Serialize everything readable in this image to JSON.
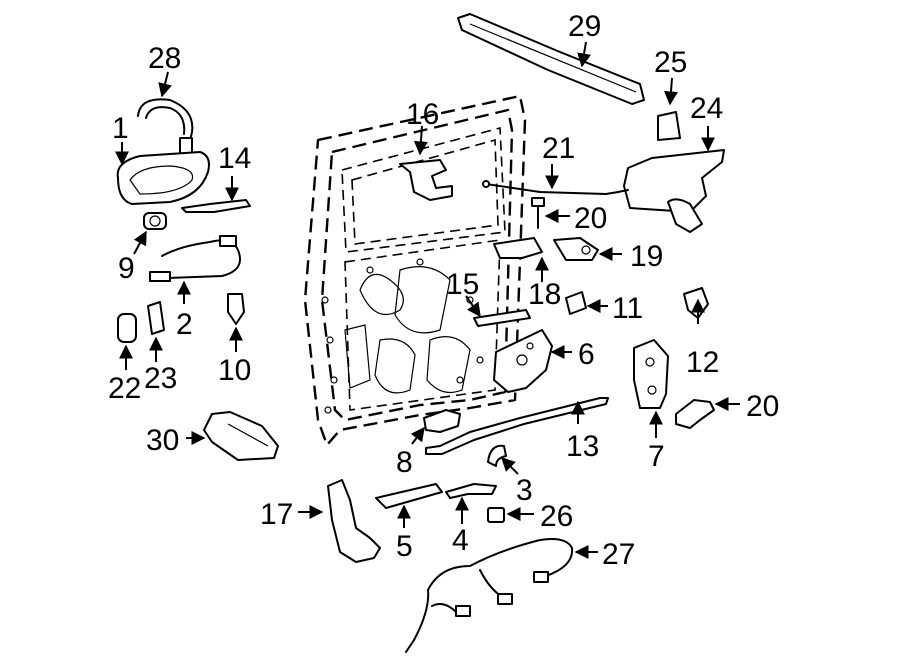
{
  "callouts": {
    "c1": "1",
    "c2": "2",
    "c3": "3",
    "c4": "4",
    "c5": "5",
    "c6": "6",
    "c7": "7",
    "c8": "8",
    "c9": "9",
    "c10": "10",
    "c11": "11",
    "c12": "12",
    "c13": "13",
    "c14": "14",
    "c15": "15",
    "c16": "16",
    "c17": "17",
    "c18": "18",
    "c19": "19",
    "c20a": "20",
    "c20b": "20",
    "c21": "21",
    "c22": "22",
    "c23": "23",
    "c24": "24",
    "c25": "25",
    "c26": "26",
    "c27": "27",
    "c28": "28",
    "c29": "29",
    "c30": "30"
  }
}
